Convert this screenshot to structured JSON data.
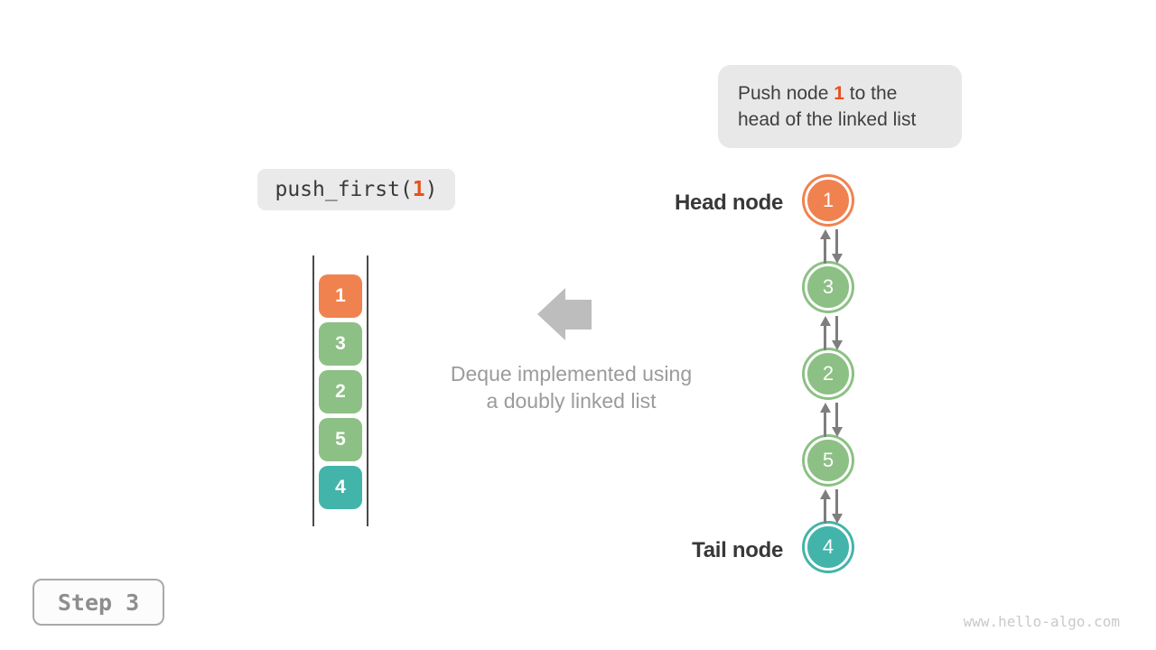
{
  "callout": {
    "prefix": "Push node ",
    "highlight": "1",
    "line1_rest": " to the",
    "line2": "head of the linked list"
  },
  "operation": {
    "prefix": "push_first(",
    "arg": "1",
    "suffix": ")"
  },
  "deque": {
    "items": [
      {
        "value": "1",
        "color": "#F0824F"
      },
      {
        "value": "3",
        "color": "#8CC084"
      },
      {
        "value": "2",
        "color": "#8CC084"
      },
      {
        "value": "5",
        "color": "#8CC084"
      },
      {
        "value": "4",
        "color": "#43B4AA"
      }
    ]
  },
  "arrow_caption": {
    "line1": "Deque implemented using",
    "line2": "a doubly linked list"
  },
  "linked_list": {
    "head_label": "Head node",
    "tail_label": "Tail node",
    "nodes": [
      {
        "value": "1",
        "color": "#F0824F"
      },
      {
        "value": "3",
        "color": "#8CC084"
      },
      {
        "value": "2",
        "color": "#8CC084"
      },
      {
        "value": "5",
        "color": "#8CC084"
      },
      {
        "value": "4",
        "color": "#43B4AA"
      }
    ]
  },
  "step_label": "Step 3",
  "watermark": "www.hello-algo.com",
  "palette": {
    "orange": "#F0824F",
    "green": "#8CC084",
    "teal": "#43B4AA",
    "highlight_orange": "#E6511D",
    "big_arrow_gray": "#BDBDBD",
    "connector_gray": "#7E7E7E",
    "callout_bg": "#E8E8E8",
    "code_bg": "#EAEAEA",
    "track_line": "#4A4A4A"
  }
}
